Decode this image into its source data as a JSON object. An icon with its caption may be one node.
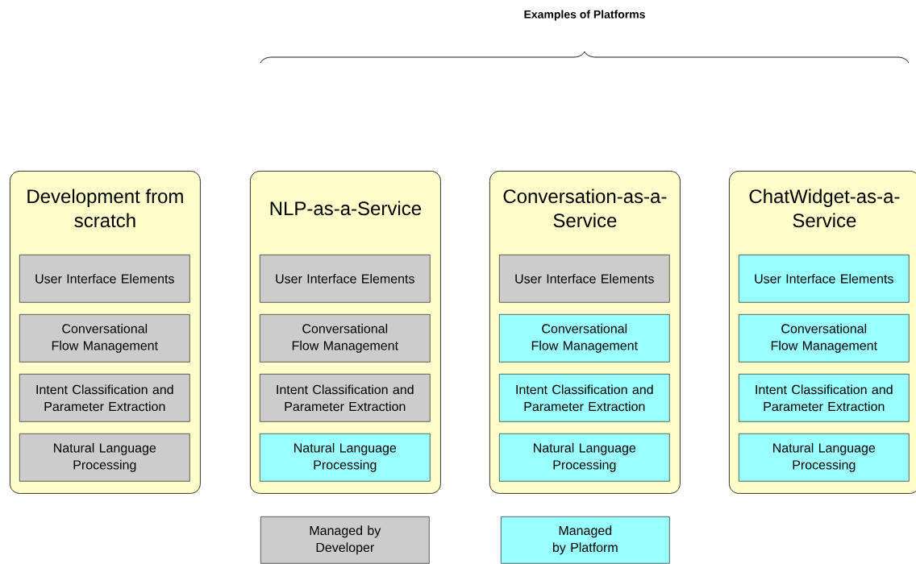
{
  "diagram": {
    "title": "Examples of Platforms",
    "nodes": [
      {
        "text": [
          "Development from scratch"
        ]
      },
      {
        "text": [
          "User Interface Elements"
        ],
        "in": 0
      },
      {
        "text": [
          "Conversational Flow Management"
        ],
        "in": 0
      },
      {
        "text": [
          "Intent Classification and Parameter Extraction"
        ],
        "in": 0
      },
      {
        "text": [
          "Natural Language Processing"
        ],
        "in": 0
      },
      {
        "text": [
          "NLP-as-a-Service"
        ]
      },
      {
        "text": [
          "User Interface Elements"
        ],
        "in": 5
      },
      {
        "text": [
          "Conversational Flow Management"
        ],
        "in": 5
      },
      {
        "text": [
          "Intent Classification and Parameter Extraction"
        ],
        "in": 5
      },
      {
        "text": [
          "Natural Language Processing"
        ],
        "in": 5
      },
      {
        "text": [
          "Conversation-as-a-Service"
        ]
      },
      {
        "text": [
          "User Interface Elements"
        ],
        "in": 10
      },
      {
        "text": [
          "Conversational Flow Management"
        ],
        "in": 10
      },
      {
        "text": [
          "Intent Classification and Parameter Extraction"
        ],
        "in": 10
      },
      {
        "text": [
          "Natural Language Processing"
        ],
        "in": 10
      },
      {
        "text": [
          "ChatWidget-as-a-Service"
        ]
      },
      {
        "text": [
          "User Interface Elements"
        ],
        "in": 15
      },
      {
        "text": [
          "Conversational Flow Management"
        ],
        "in": 15
      },
      {
        "text": [
          "Intent Classification and Parameter Extraction"
        ],
        "in": 15
      },
      {
        "text": [
          "Natural Language Processing"
        ],
        "in": 15
      }
    ],
    "edges": [],
    "legend": [
      {
        "text": "Managed by Developer",
        "color": "#cccccc"
      },
      {
        "text": "Managed by Platform",
        "color": "#99ffff"
      }
    ]
  }
}
